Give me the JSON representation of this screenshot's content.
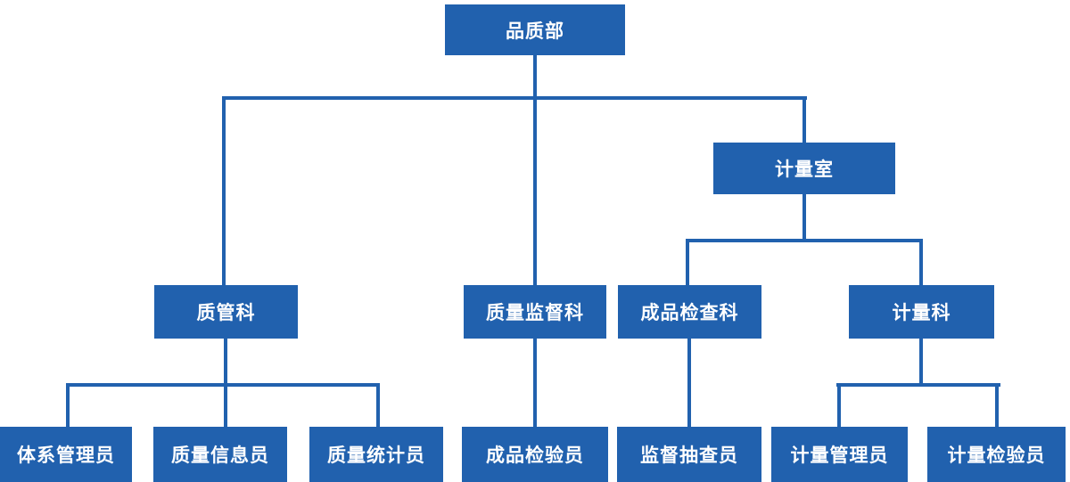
{
  "colors": {
    "node_fill": "#2161ae",
    "node_text": "#ffffff",
    "connector": "#2161ae",
    "background": "#ffffff"
  },
  "diagram": {
    "type": "org-chart",
    "nodes": [
      {
        "label": "品质部",
        "level": 1,
        "parent": null
      },
      {
        "label": "计量室",
        "level": 2,
        "parent": "品质部"
      },
      {
        "label": "质管科",
        "level": 3,
        "parent": "品质部"
      },
      {
        "label": "质量监督科",
        "level": 3,
        "parent": "品质部"
      },
      {
        "label": "成品检查科",
        "level": 3,
        "parent": "计量室"
      },
      {
        "label": "计量科",
        "level": 3,
        "parent": "计量室"
      },
      {
        "label": "体系管理员",
        "level": 4,
        "parent": "质管科"
      },
      {
        "label": "质量信息员",
        "level": 4,
        "parent": "质管科"
      },
      {
        "label": "质量统计员",
        "level": 4,
        "parent": "质管科"
      },
      {
        "label": "成品检验员",
        "level": 4,
        "parent": "质量监督科"
      },
      {
        "label": "监督抽查员",
        "level": 4,
        "parent": "成品检查科"
      },
      {
        "label": "计量管理员",
        "level": 4,
        "parent": "计量科"
      },
      {
        "label": "计量检验员",
        "level": 4,
        "parent": "计量科"
      }
    ]
  }
}
